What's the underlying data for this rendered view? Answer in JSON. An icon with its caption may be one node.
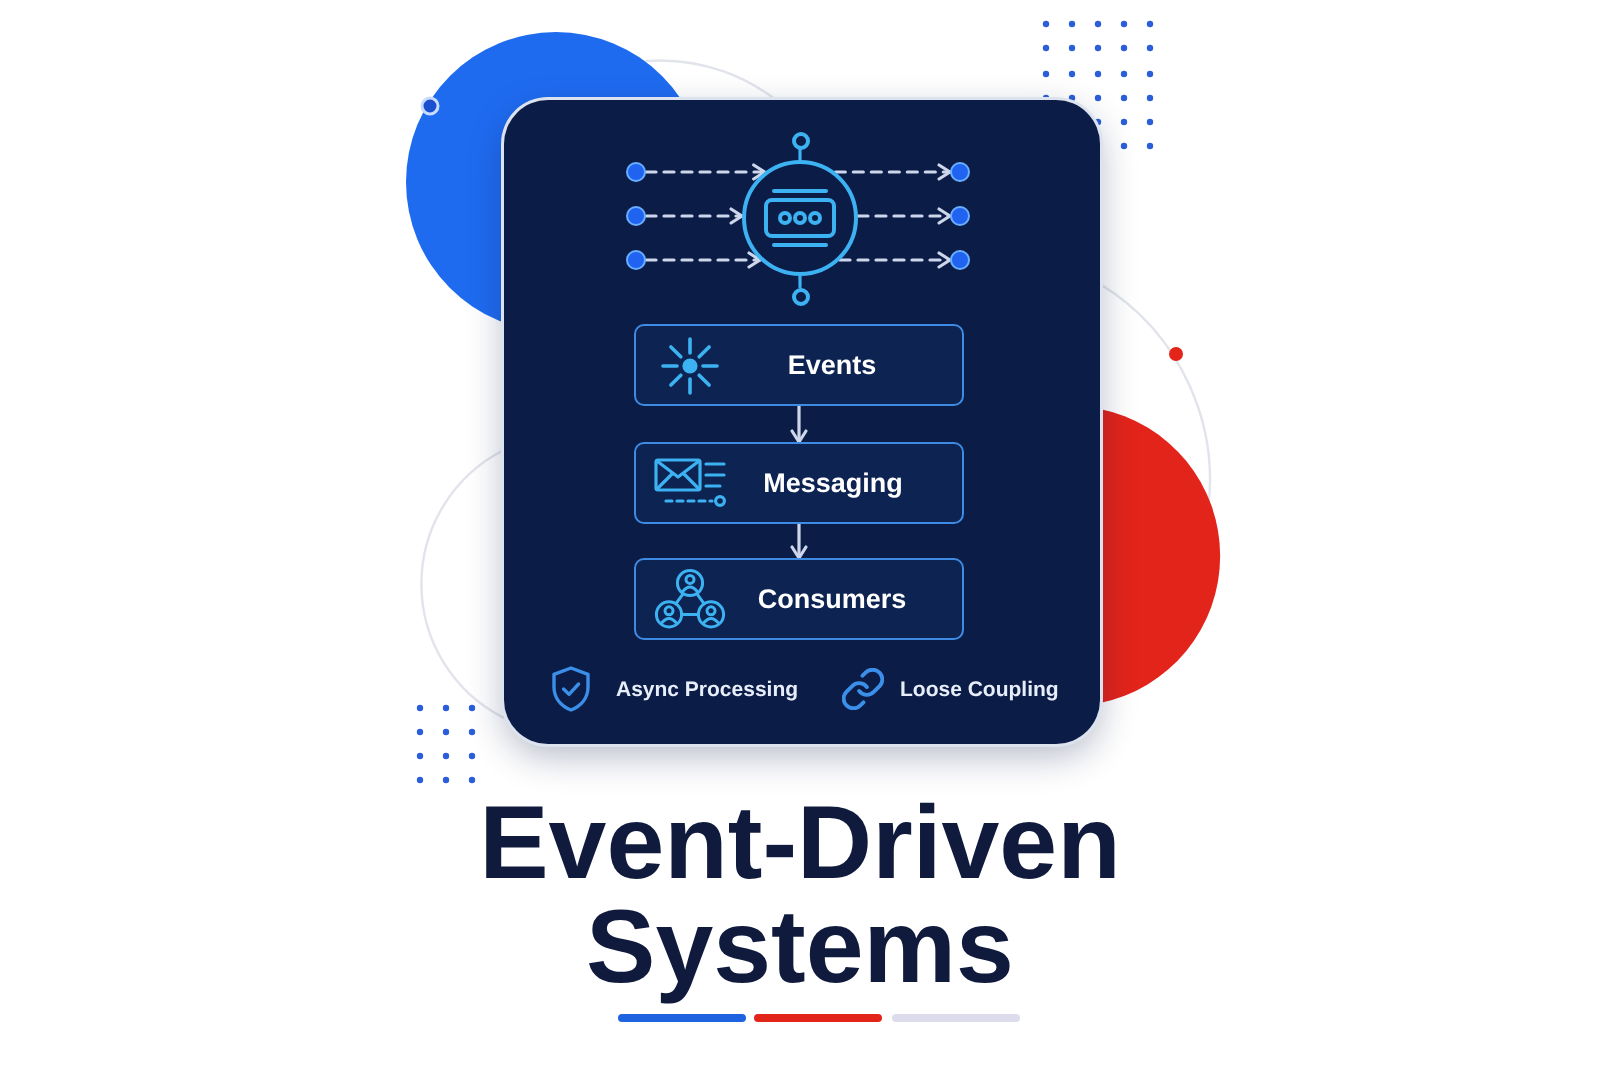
{
  "diagram": {
    "title": "Event-Driven Systems",
    "nodes": [
      {
        "text": [
          "Async Processing",
          "Loose Coupling"
        ]
      },
      {
        "text": [],
        "shape": "circle",
        "in": 0
      },
      {
        "text": [],
        "shape": "circle",
        "in": 0
      },
      {
        "text": [],
        "shape": "circle",
        "in": 0
      },
      {
        "text": [],
        "shape": "circle",
        "in": 0
      },
      {
        "text": [],
        "shape": "circle",
        "in": 0
      },
      {
        "text": [],
        "shape": "circle",
        "in": 0
      },
      {
        "text": [],
        "shape": "circle",
        "in": 0
      },
      {
        "text": [],
        "shape": "circle",
        "in": 0
      },
      {
        "text": [],
        "shape": "circle",
        "in": 0
      },
      {
        "text": [
          "Events"
        ],
        "in": 0
      },
      {
        "text": [
          "Messaging"
        ],
        "in": 0
      },
      {
        "text": [
          "Consumers"
        ],
        "in": 0
      }
    ],
    "edges": [
      {
        "from": 2,
        "to": 5,
        "arrow": "to",
        "style": "dashed"
      },
      {
        "from": 3,
        "to": 5,
        "arrow": "to",
        "style": "dashed"
      },
      {
        "from": 4,
        "to": 5,
        "arrow": "to",
        "style": "dashed"
      },
      {
        "from": 5,
        "to": 6,
        "arrow": "to",
        "style": "dashed"
      },
      {
        "from": 5,
        "to": 7,
        "arrow": "to",
        "style": "dashed"
      },
      {
        "from": 5,
        "to": 8,
        "arrow": "to",
        "style": "dashed"
      },
      {
        "from": 1,
        "to": 5,
        "arrow": "none",
        "color": "#3db2f2"
      },
      {
        "from": 5,
        "to": 9,
        "arrow": "none",
        "color": "#3db2f2"
      },
      {
        "from": 10,
        "to": 11,
        "arrow": "to"
      },
      {
        "from": 11,
        "to": 12,
        "arrow": "to"
      }
    ]
  }
}
